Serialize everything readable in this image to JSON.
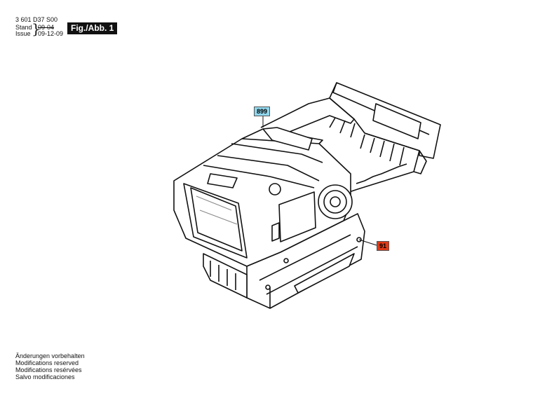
{
  "header": {
    "doc_number": "3 601 D37 S00",
    "stand_label": "Stand",
    "stand_date": "09-04",
    "issue_label": "Issue",
    "issue_date": "09-12-09",
    "fig_label": "Fig./Abb. 1"
  },
  "callouts": {
    "top_part": "899",
    "housing_part": "91"
  },
  "colors": {
    "callout_blue": "#8fd6ec",
    "callout_red": "#e03a17"
  },
  "footer": {
    "lines": [
      "Änderungen vorbehalten",
      "Modifications reserved",
      "Modifications resérvées",
      "Salvo modificaciones"
    ]
  }
}
